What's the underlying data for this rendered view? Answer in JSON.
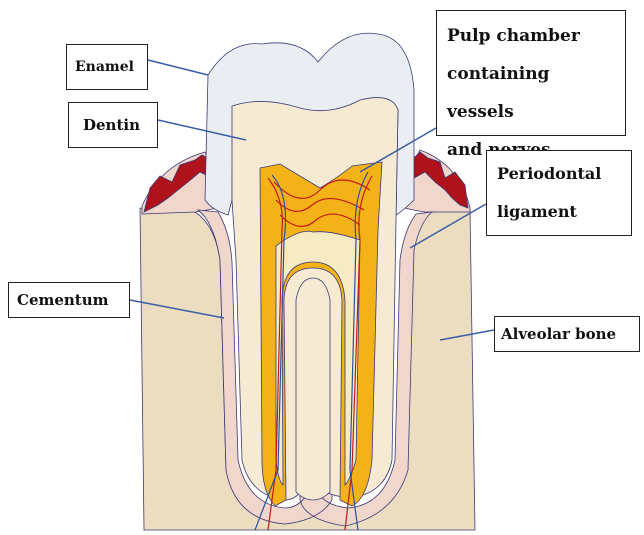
{
  "labels": {
    "enamel": "Enamel",
    "dentin": "Dentin",
    "pulp_line1": "Pulp chamber",
    "pulp_line2": "containing vessels",
    "pulp_line3": "and nerves",
    "periodontal_line1": "Periodontal",
    "periodontal_line2": "ligament",
    "cementum": "Cementum",
    "alveolar_bone": "Alveolar bone"
  },
  "colors": {
    "bone": "#ecdcc0",
    "gum": "#f1d6cb",
    "gum_blood": "#b0121b",
    "enamel": "#eaeef2",
    "dentin": "#f6ead2",
    "pulp": "#f3b318",
    "pulp_inner": "#f7ebc4",
    "leader_line": "#3a5fa8",
    "vessel_red": "#c41a1a",
    "nerve_blue": "#2c4fa0"
  }
}
